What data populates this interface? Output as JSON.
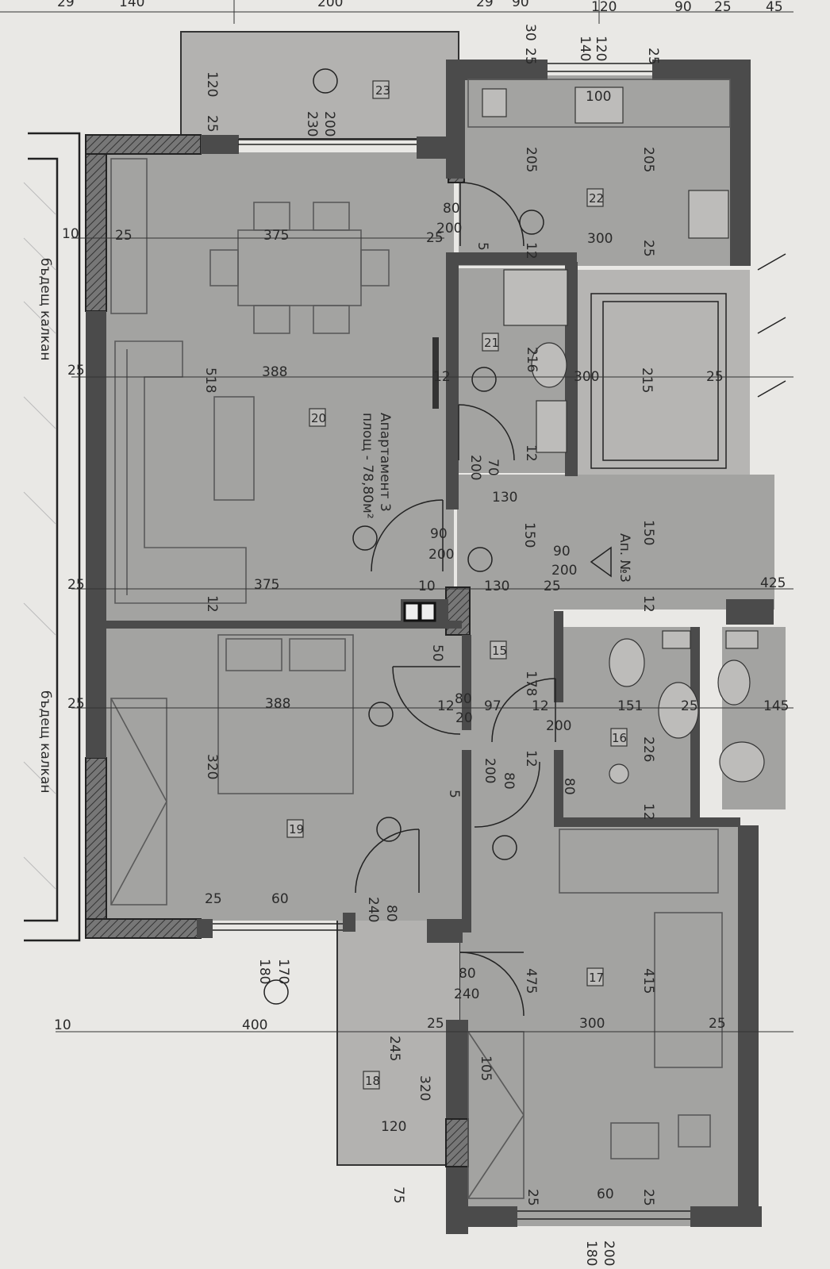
{
  "apartment": {
    "label": "Апартамент 3",
    "area": "площ - 78,80м²",
    "unit_label": "Ап. №3"
  },
  "side_text": [
    "бъдещ калкан",
    "бъдещ калкан"
  ],
  "rooms": [
    {
      "id": "room-17",
      "number": "17"
    },
    {
      "id": "room-18",
      "number": "18"
    },
    {
      "id": "room-19",
      "number": "19"
    },
    {
      "id": "room-20",
      "number": "20"
    },
    {
      "id": "room-21",
      "number": "21"
    },
    {
      "id": "room-22",
      "number": "22"
    },
    {
      "id": "room-23",
      "number": "23"
    },
    {
      "id": "room-15",
      "number": "15"
    },
    {
      "id": "room-16",
      "number": "16"
    }
  ],
  "dimensions": {
    "top_chain": [
      "29",
      "140",
      "200",
      "29",
      "90",
      "120",
      "90",
      "25",
      "45"
    ],
    "balcony_top": [
      "120",
      "25",
      "200",
      "230"
    ],
    "kitchen": [
      "30",
      "25",
      "140",
      "120",
      "120",
      "100",
      "25",
      "205",
      "205",
      "300",
      "25"
    ],
    "living_left": [
      "10",
      "25",
      "375",
      "25",
      "518",
      "388",
      "25",
      "375",
      "25",
      "12"
    ],
    "door_kitchen": [
      "80",
      "200",
      "5",
      "12"
    ],
    "bath21": [
      "216",
      "12",
      "12",
      "70",
      "200",
      "130"
    ],
    "stair": [
      "300",
      "215",
      "25"
    ],
    "hall": [
      "90",
      "200",
      "150",
      "90",
      "200",
      "130",
      "10",
      "25",
      "150",
      "425",
      "12"
    ],
    "bedroom19": [
      "25",
      "388",
      "320",
      "25",
      "60",
      "170",
      "180"
    ],
    "corridor": [
      "50",
      "178",
      "12",
      "80",
      "20",
      "97",
      "12",
      "12",
      "200",
      "80",
      "5"
    ],
    "bath16": [
      "151",
      "25",
      "226",
      "80",
      "12",
      "145"
    ],
    "door_bed19": [
      "80",
      "240"
    ],
    "bedroom17": [
      "80",
      "240",
      "475",
      "415",
      "300",
      "25",
      "25"
    ],
    "balcony18": [
      "10",
      "400",
      "245",
      "320",
      "105",
      "120",
      "75"
    ],
    "bottom": [
      "25",
      "60",
      "25",
      "200",
      "180"
    ]
  },
  "colors": {
    "room_fill": "#a3a3a1",
    "wall": "#4b4b4b",
    "paper": "#e9e8e5",
    "balcony": "#b3b2b0"
  }
}
